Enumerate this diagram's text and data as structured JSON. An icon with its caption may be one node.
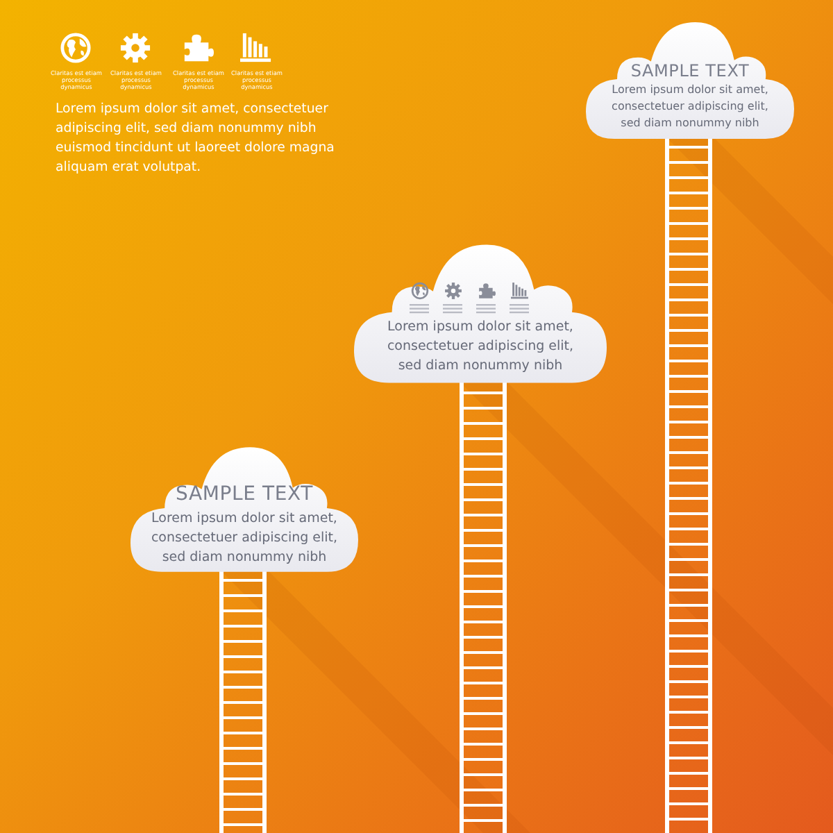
{
  "diagram": {
    "nodes": [
      {
        "text": [
          "SAMPLE TEXT",
          "Lorem ipsum dolor sit amet, consectetuer adipiscing elit, sed diam nonummy nibh"
        ]
      },
      {
        "text": [
          "Lorem ipsum dolor sit amet, consectetuer adipiscing elit, sed diam nonummy nibh"
        ]
      },
      {
        "text": [
          "SAMPLE TEXT",
          "Lorem ipsum dolor sit amet, consectetuer adipiscing elit, sed diam nonummy nibh"
        ]
      }
    ],
    "labels": [
      "Claritas est etiam processus dynamicus",
      "Claritas est etiam processus dynamicus",
      "Claritas est etiam processus dynamicus",
      "Claritas est etiam processus dynamicus",
      "Lorem ipsum dolor sit amet, consectetuer adipiscing elit, sed diam nonummy nibh euismod tincidunt ut laoreet dolore magna aliquam erat volutpat."
    ]
  }
}
